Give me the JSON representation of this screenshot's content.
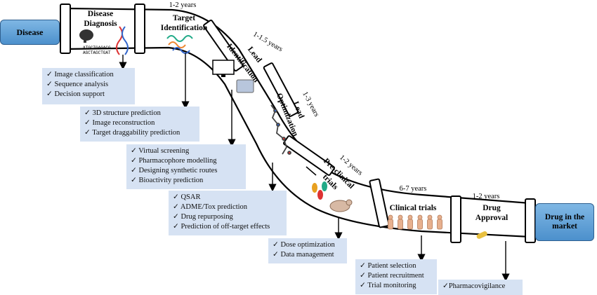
{
  "terminals": {
    "start": "Disease",
    "end": "Drug in the market"
  },
  "stages": [
    {
      "label": "Disease Diagnosis",
      "years": "",
      "items": [
        "Image classification",
        "Sequence analysis",
        "Decision support"
      ]
    },
    {
      "label": "Target Identification",
      "years": "1-2 years",
      "items": [
        "3D structure prediction",
        "Image reconstruction",
        "Target draggability prediction"
      ]
    },
    {
      "label": "Lead Identification",
      "years": "1-1.5 years",
      "items": [
        "Virtual screening",
        "Pharmacophore modelling",
        "Designing synthetic routes",
        "Bioactivity prediction"
      ]
    },
    {
      "label": "Lead Optimization",
      "years": "1-3 years",
      "items": [
        "QSAR",
        "ADME/Tox prediction",
        "Drug repurposing",
        "Prediction of off-target effects"
      ]
    },
    {
      "label": "Pre-clinical trials",
      "years": "1-2 years",
      "items": [
        "Dose optimization",
        "Data management"
      ]
    },
    {
      "label": "Clinical trials",
      "years": "6-7 years",
      "items": [
        "Patient selection",
        "Patient recruitment",
        "Trial monitoring"
      ]
    },
    {
      "label": "Drug Approval",
      "years": "1-2 years",
      "items": [
        "Pharmacovigilance"
      ]
    }
  ],
  "dna_text": [
    "ATGCTGAGACG",
    "AGCTAGCTGAT"
  ],
  "colors": {
    "box": "#d6e2f3",
    "terminal": "#5b9bd5",
    "pipe": "#ffffff",
    "outline": "#000000"
  }
}
